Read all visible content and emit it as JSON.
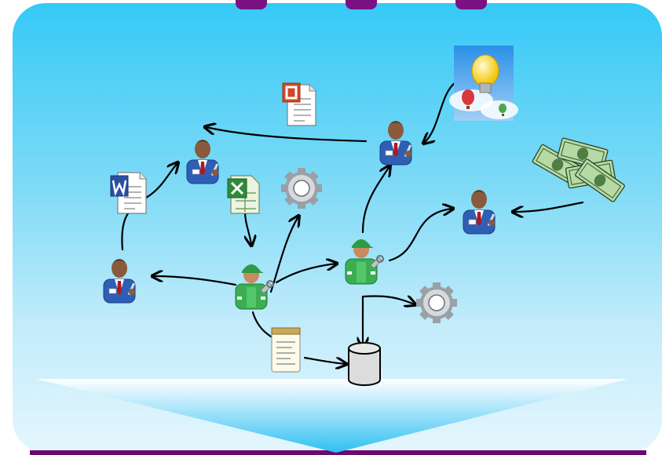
{
  "diagram": {
    "nodes": [
      {
        "id": "idea",
        "kind": "idea-image-icon"
      },
      {
        "id": "powerpoint-document",
        "kind": "powerpoint-document-icon"
      },
      {
        "id": "manager-top",
        "kind": "businessman-icon"
      },
      {
        "id": "manager-left",
        "kind": "businessman-icon"
      },
      {
        "id": "word-document",
        "kind": "word-document-icon"
      },
      {
        "id": "excel-document",
        "kind": "excel-document-icon"
      },
      {
        "id": "gear-top",
        "kind": "gear-icon"
      },
      {
        "id": "manager-far-left",
        "kind": "businessman-icon"
      },
      {
        "id": "worker-center",
        "kind": "worker-icon"
      },
      {
        "id": "worker-right",
        "kind": "worker-icon"
      },
      {
        "id": "money",
        "kind": "money-image-icon"
      },
      {
        "id": "manager-right",
        "kind": "businessman-icon"
      },
      {
        "id": "gear-bottom",
        "kind": "gear-icon"
      },
      {
        "id": "notepad-document",
        "kind": "notepad-document-icon"
      },
      {
        "id": "database",
        "kind": "database-cylinder-icon"
      }
    ],
    "edges": [
      {
        "from": "manager-top",
        "to": "manager-left"
      },
      {
        "from": "idea",
        "to": "manager-top"
      },
      {
        "from": "manager-far-left",
        "to": "manager-left"
      },
      {
        "from": "excel-document",
        "to": "worker-center"
      },
      {
        "from": "worker-center",
        "to": "manager-far-left"
      },
      {
        "from": "worker-center",
        "to": "gear-top"
      },
      {
        "from": "worker-center",
        "to": "worker-right"
      },
      {
        "from": "worker-right",
        "to": "manager-top"
      },
      {
        "from": "worker-right",
        "to": "manager-right"
      },
      {
        "from": "money",
        "to": "manager-right"
      },
      {
        "from": "worker-right",
        "to": "gear-bottom"
      },
      {
        "from": "worker-right",
        "to": "database"
      },
      {
        "from": "notepad-document",
        "to": "database"
      }
    ],
    "colors": {
      "panel_top": "#35c9f7",
      "panel_bottom": "#e4f6fd",
      "accent_purple": "#7b1182",
      "suit_blue": "#2f5fb5",
      "worker_green": "#3cae52",
      "arrow": "#000000"
    }
  }
}
